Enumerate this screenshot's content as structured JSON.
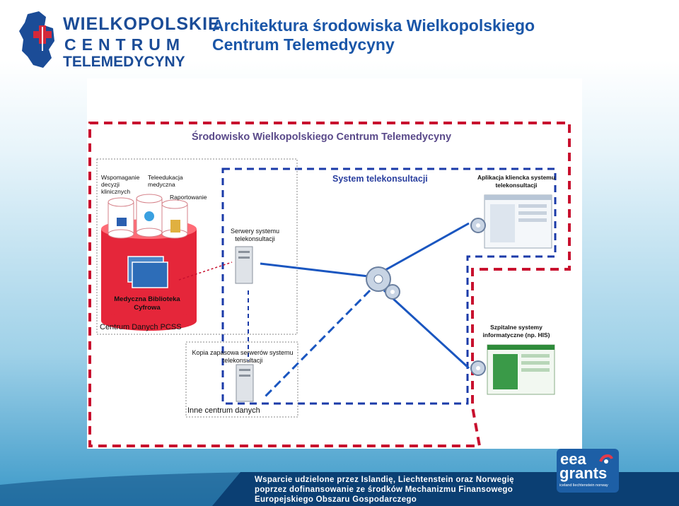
{
  "header": {
    "logo": {
      "line1": "WIELKOPOLSKIE",
      "line2": "CENTRUM",
      "line3": "TELEMEDYCYNY"
    },
    "title_line1": "Architektura środowiska Wielkopolskiego",
    "title_line2": "Centrum Telemedycyny"
  },
  "diagram": {
    "outer_title": "Środowisko Wielkopolskiego Centrum Telemedycyny",
    "system_title": "System telekonsultacji",
    "datacenter": {
      "label_decision": "Wspomaganie decyzji klinicznych",
      "label_teleedu": "Teleedukacja medyczna",
      "label_report": "Raportowanie",
      "library": "Medyczna Biblioteka Cyfrowa",
      "name": "Centrum Danych PCSS"
    },
    "servers_label": "Serwery systemu telekonsultacji",
    "backup_label": "Kopia zapasowa serwerów systemu telekonsultacji",
    "other_dc_label": "Inne centrum danych",
    "client_app_label": "Aplikacja kliencka systemu telekonsultacji",
    "hospital_label": "Szpitalne systemy informatyczne (np. HIS)",
    "colors": {
      "red_border": "#c8102e",
      "blue_border": "#1a3aa8",
      "accent": "#1a56a8"
    }
  },
  "footer": {
    "line1": "Wsparcie udzielone przez Islandię, Liechtenstein oraz Norwegię",
    "line2": "poprzez dofinansowanie ze środków Mechanizmu Finansowego",
    "line3": "Europejskiego Obszaru Gospodarczego"
  },
  "eea": {
    "brand_top": "eea",
    "brand_bottom": "grants",
    "tagline": "iceland liechtenstein norway"
  }
}
